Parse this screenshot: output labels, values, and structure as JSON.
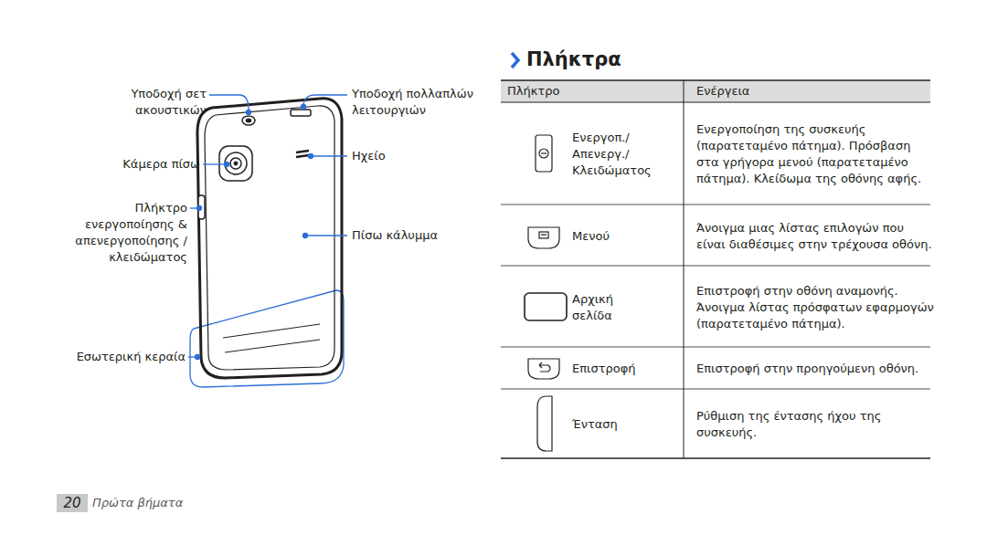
{
  "diagram": {
    "title": "Πλήκτρα",
    "labels": [
      "Υποδοχή σετ ακουστικών",
      "Υποδοχή πολλαπλών λειτουργιών",
      "Κάμερα πίσω",
      "Ηχείο",
      "Πλήκτρο ενεργοποίησης & απενεργοποίησης / κλειδώματος",
      "Πίσω κάλυμμα",
      "Εσωτερική κεραία",
      "Πλήκτρο",
      "Ενέργεια",
      "Ενεργοπ./ Απενεργ./ Κλειδώματος",
      "Ενεργοποίηση της συσκευής (παρατεταμένο πάτημα). Πρόσβαση στα γρήγορα μενού (παρατεταμένο πάτημα). Κλείδωμα της οθόνης αφής.",
      "Μενού",
      "Άνοιγμα μιας λίστας επιλογών που είναι διαθέσιμες στην τρέχουσα οθόνη.",
      "Αρχική σελίδα",
      "Επιστροφή στην οθόνη αναμονής. Άνοιγμα λίστας πρόσφατων εφαρμογών (παρατεταμένο πάτημα).",
      "Επιστροφή",
      "Επιστροφή στην προηγούμενη οθόνη.",
      "Ένταση",
      "Ρύθμιση της έντασης ήχου της συσκευής.",
      "20",
      "Πρώτα βήματα"
    ]
  }
}
